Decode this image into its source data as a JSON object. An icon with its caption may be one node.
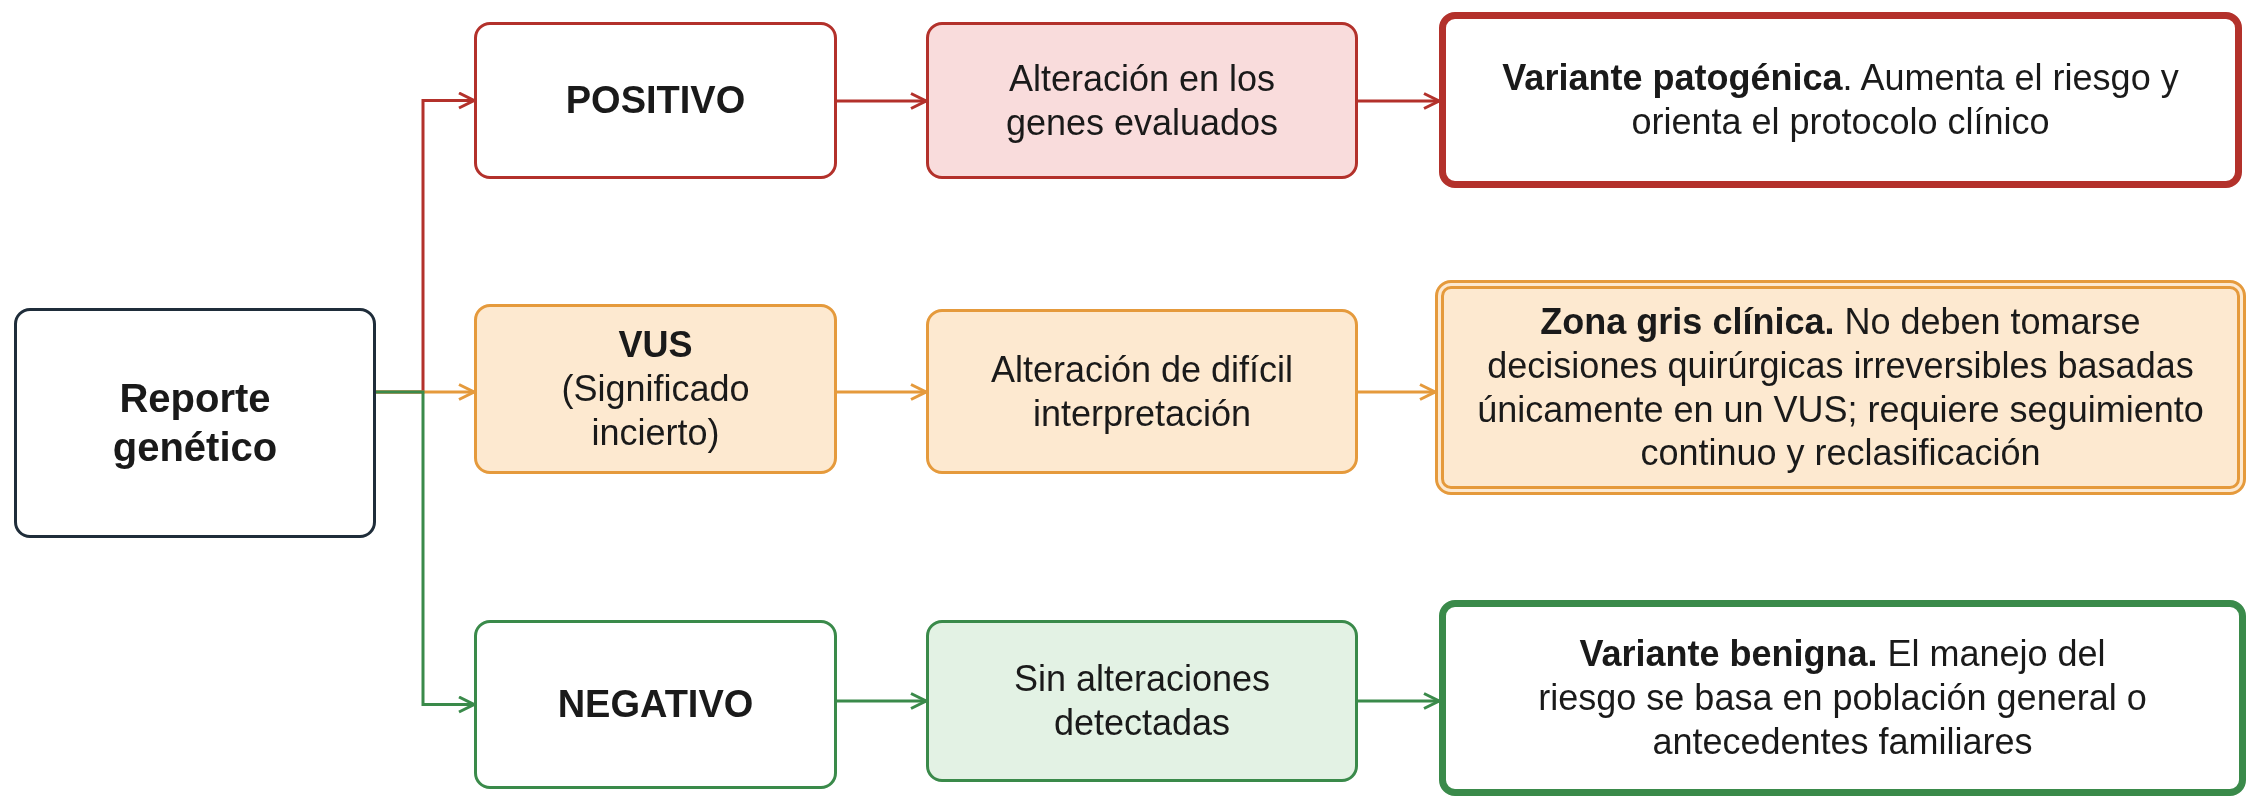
{
  "diagram": {
    "nodes": [
      {
        "text": [
          "Reporte genético"
        ]
      },
      {
        "text": [
          "POSITIVO"
        ]
      },
      {
        "text": [
          "Alteración en los genes evaluados"
        ]
      },
      {
        "text": [
          "**Variante patogénica**. Aumenta el riesgo y orienta el protocolo clínico"
        ]
      },
      {
        "text": [
          "VUS",
          "(Significado incierto)"
        ]
      },
      {
        "text": [
          "Alteración de difícil interpretación"
        ]
      },
      {
        "text": [
          "**Zona gris clínica.** No deben tomarse decisiones quirúrgicas irreversibles basadas únicamente en un VUS; requiere seguimiento continuo y reclasificación"
        ]
      },
      {
        "text": [
          "NEGATIVO"
        ]
      },
      {
        "text": [
          "Sin alteraciones detectadas"
        ]
      },
      {
        "text": [
          "**Variante benigna.** El manejo del riesgo se basa en población general o antecedentes familiares"
        ]
      }
    ],
    "edges": [
      {
        "from": 0,
        "to": 1,
        "arrow": "to",
        "color": "#b3312b"
      },
      {
        "from": 0,
        "to": 4,
        "arrow": "to",
        "color": "#e59a3c"
      },
      {
        "from": 0,
        "to": 7,
        "arrow": "to",
        "color": "#3a8a4a"
      },
      {
        "from": 1,
        "to": 2,
        "arrow": "to",
        "color": "#b3312b"
      },
      {
        "from": 2,
        "to": 3,
        "arrow": "to",
        "color": "#b3312b"
      },
      {
        "from": 4,
        "to": 5,
        "arrow": "to",
        "color": "#e59a3c"
      },
      {
        "from": 5,
        "to": 6,
        "arrow": "to",
        "color": "#e59a3c"
      },
      {
        "from": 7,
        "to": 8,
        "arrow": "to",
        "color": "#3a8a4a"
      },
      {
        "from": 8,
        "to": 9,
        "arrow": "to",
        "color": "#3a8a4a"
      }
    ]
  }
}
